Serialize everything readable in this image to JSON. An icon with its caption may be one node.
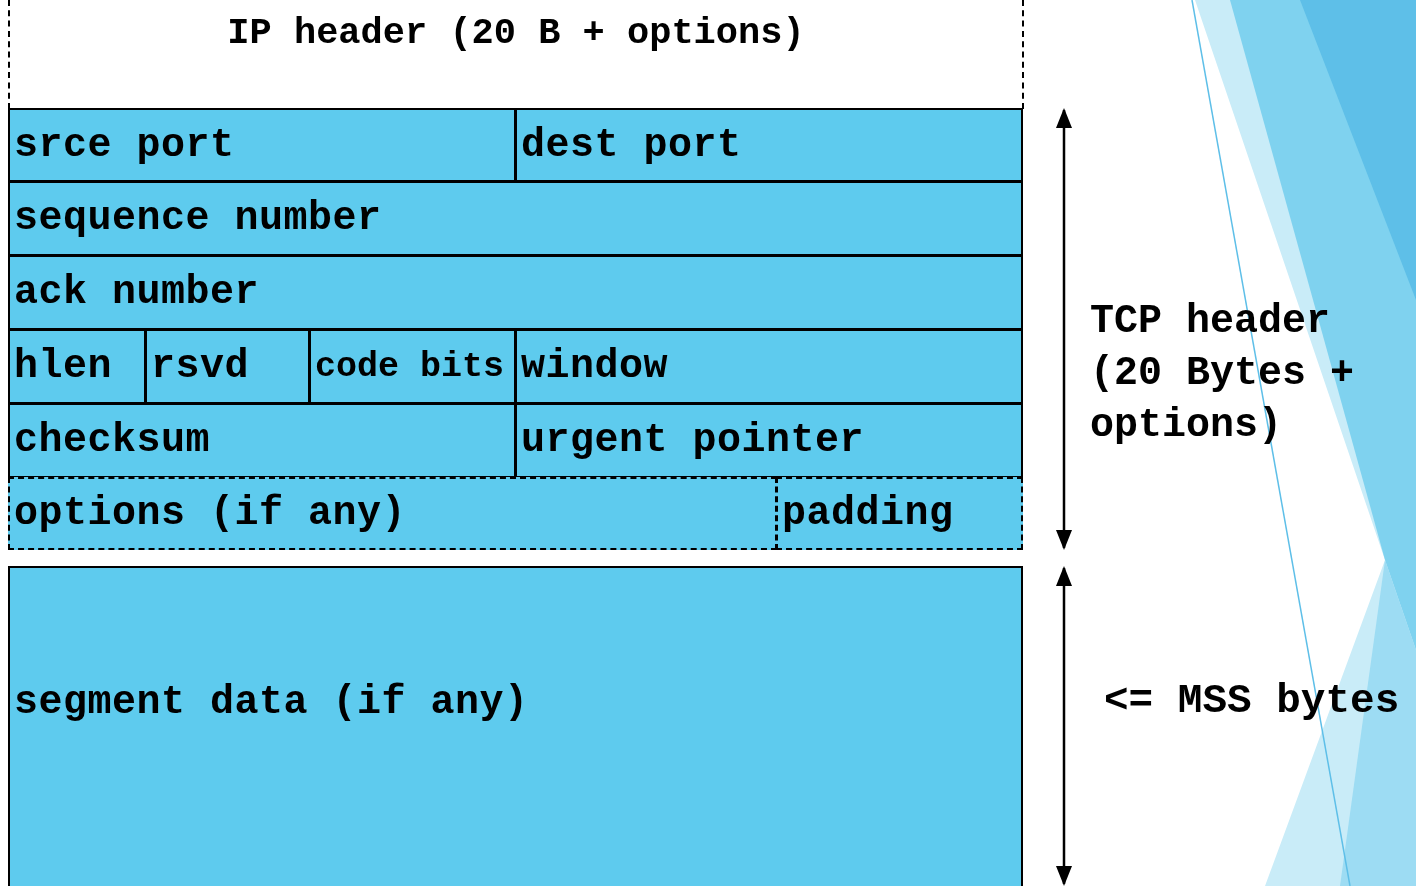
{
  "diagram": {
    "nodes": [
      {
        "text": [
          "IP header (20 B + options)"
        ]
      },
      {
        "text": [
          "srce port"
        ]
      },
      {
        "text": [
          "dest port"
        ]
      },
      {
        "text": [
          "sequence number"
        ]
      },
      {
        "text": [
          "ack number"
        ]
      },
      {
        "text": [
          "hlen"
        ]
      },
      {
        "text": [
          "rsvd"
        ]
      },
      {
        "text": [
          "code bits"
        ]
      },
      {
        "text": [
          "window"
        ]
      },
      {
        "text": [
          "checksum"
        ]
      },
      {
        "text": [
          "urgent pointer"
        ]
      },
      {
        "text": [
          "options (if any)"
        ]
      },
      {
        "text": [
          "padding"
        ]
      },
      {
        "text": [
          "segment data (if any)"
        ]
      }
    ],
    "labels": [
      "TCP header (20 Bytes + options)",
      "<= MSS bytes"
    ]
  }
}
